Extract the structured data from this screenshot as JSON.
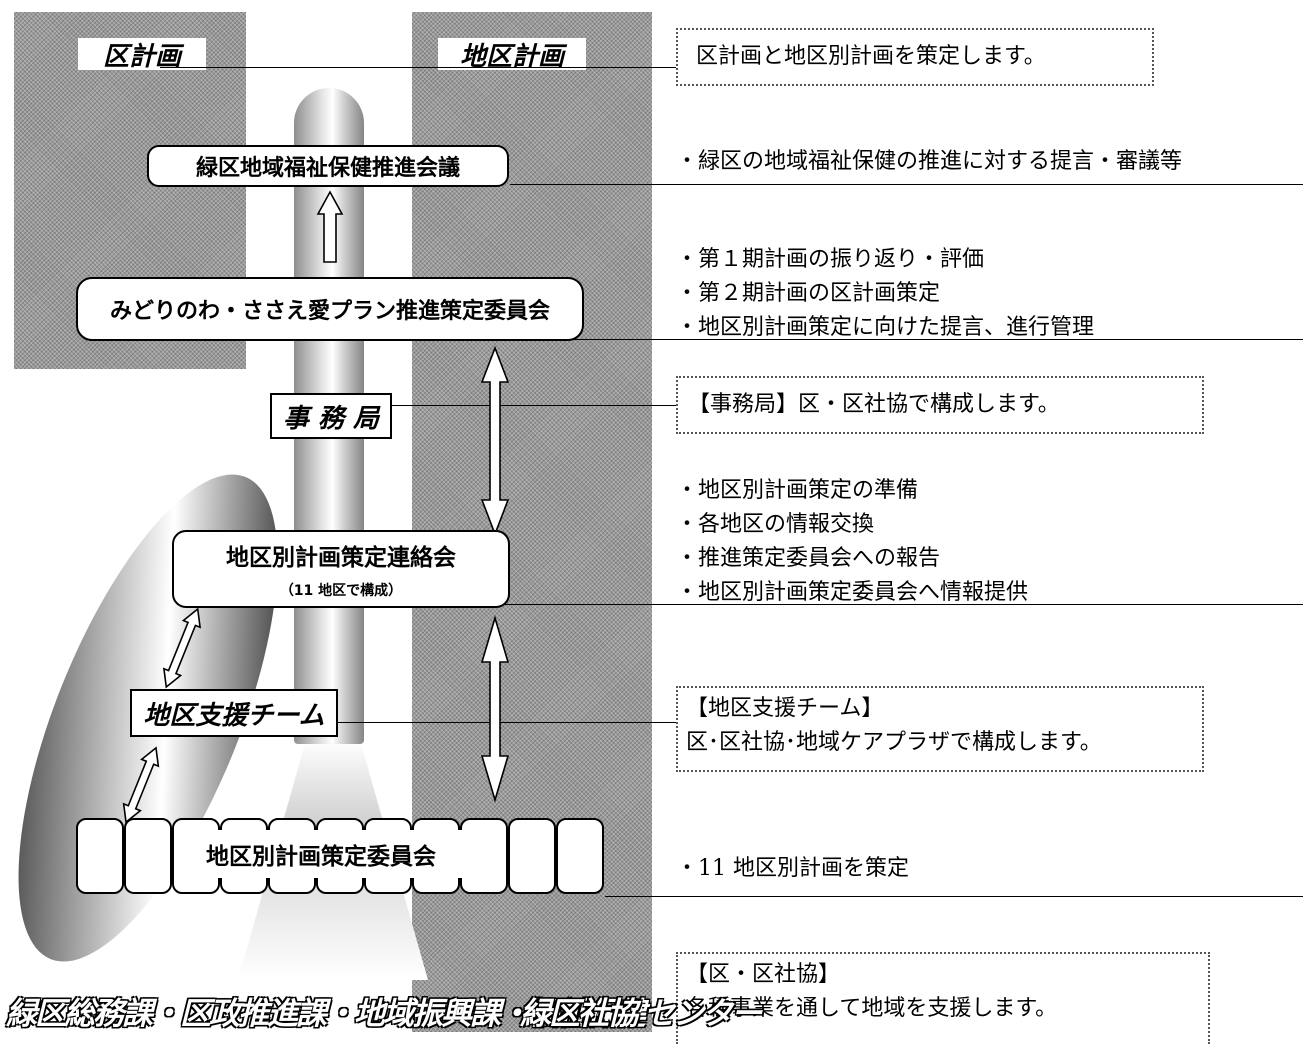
{
  "columns": {
    "ward_plan": "区計画",
    "district_plan": "地区計画"
  },
  "boxes": {
    "promotion_council": "緑区地域福祉保健推進会議",
    "planning_committee": "みどりのわ・ささえ愛プラン推進策定委員会",
    "secretariat": "事 務 局",
    "liaison_council": "地区別計画策定連絡会",
    "liaison_council_note": "（11 地区で構成）",
    "support_team": "地区支援チーム",
    "district_committee": "地区別計画策定委員会"
  },
  "descriptions": {
    "top_note": "区計画と地区別計画を策定します。",
    "promotion_council": [
      "・緑区の地域福祉保健の推進に対する提言・審議等"
    ],
    "planning_committee": [
      "・第１期計画の振り返り・評価",
      "・第２期計画の区計画策定",
      "・地区別計画策定に向けた提言、進行管理"
    ],
    "secretariat_note": "【事務局】区・区社協で構成します。",
    "liaison_council": [
      "・地区別計画策定の準備",
      "・各地区の情報交換",
      "・推進策定委員会への報告",
      "・地区別計画策定委員会へ情報提供"
    ],
    "support_team_note": [
      "【地区支援チーム】",
      "区･区社協･地域ケアプラザで構成します。"
    ],
    "district_committee": [
      "・11 地区別計画を策定"
    ],
    "ward_note": [
      "【区・区社協】",
      "各種事業を通して地域を支援します。"
    ]
  },
  "footer": {
    "offices": "緑区総務課・区政推進課・地域振興課・福祉保健センター",
    "council": "緑区社協"
  }
}
